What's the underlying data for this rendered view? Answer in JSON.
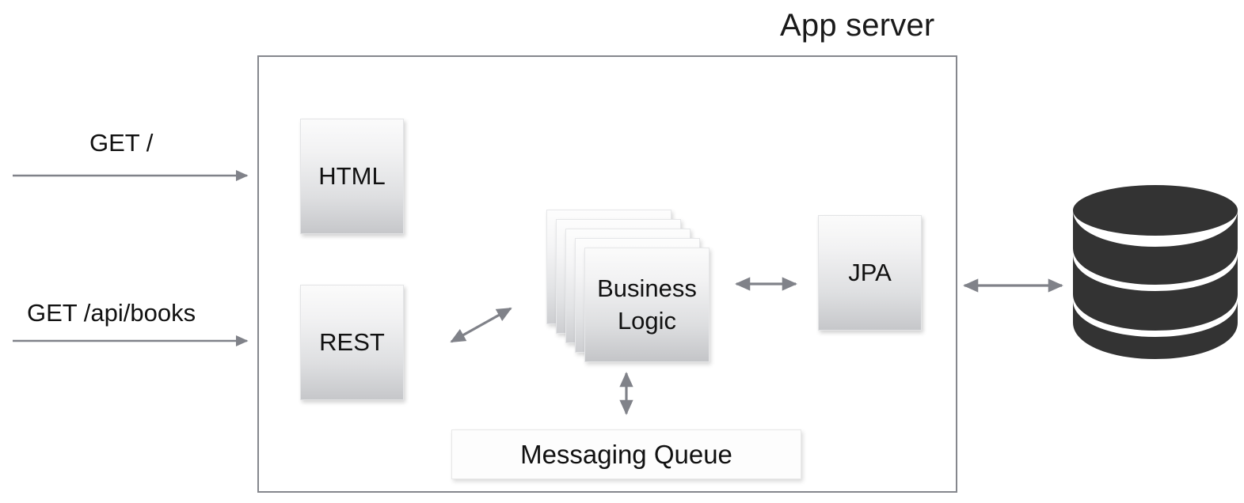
{
  "diagram": {
    "title": "App server",
    "container_label": "App server",
    "colors": {
      "arrow": "#808289",
      "container_border": "#85878d",
      "database": "#333333",
      "card_gradient_top": "#fbfbfb",
      "card_gradient_bottom": "#c6c7ca",
      "text": "#111111"
    },
    "requests": [
      {
        "label": "GET /",
        "target": "HTML",
        "direction": "right"
      },
      {
        "label": "GET /api/books",
        "target": "REST",
        "direction": "right"
      }
    ],
    "components": {
      "html": {
        "label": "HTML",
        "type": "gradient-card"
      },
      "rest": {
        "label": "REST",
        "type": "gradient-card"
      },
      "business_logic": {
        "label_line1": "Business",
        "label_line2": "Logic",
        "type": "stacked-cards",
        "layers": 5
      },
      "jpa": {
        "label": "JPA",
        "type": "gradient-card"
      },
      "messaging_queue": {
        "label": "Messaging Queue",
        "type": "rectangle"
      },
      "database": {
        "label": "database-cylinder",
        "type": "cylinder",
        "segments": 3
      }
    },
    "connections": [
      {
        "from": "REST",
        "to": "Business Logic",
        "style": "double-headed-diagonal"
      },
      {
        "from": "Business Logic",
        "to": "JPA",
        "style": "double-headed-horizontal"
      },
      {
        "from": "JPA",
        "to": "database",
        "style": "double-headed-horizontal"
      },
      {
        "from": "Business Logic",
        "to": "Messaging Queue",
        "style": "double-headed-vertical"
      }
    ]
  }
}
